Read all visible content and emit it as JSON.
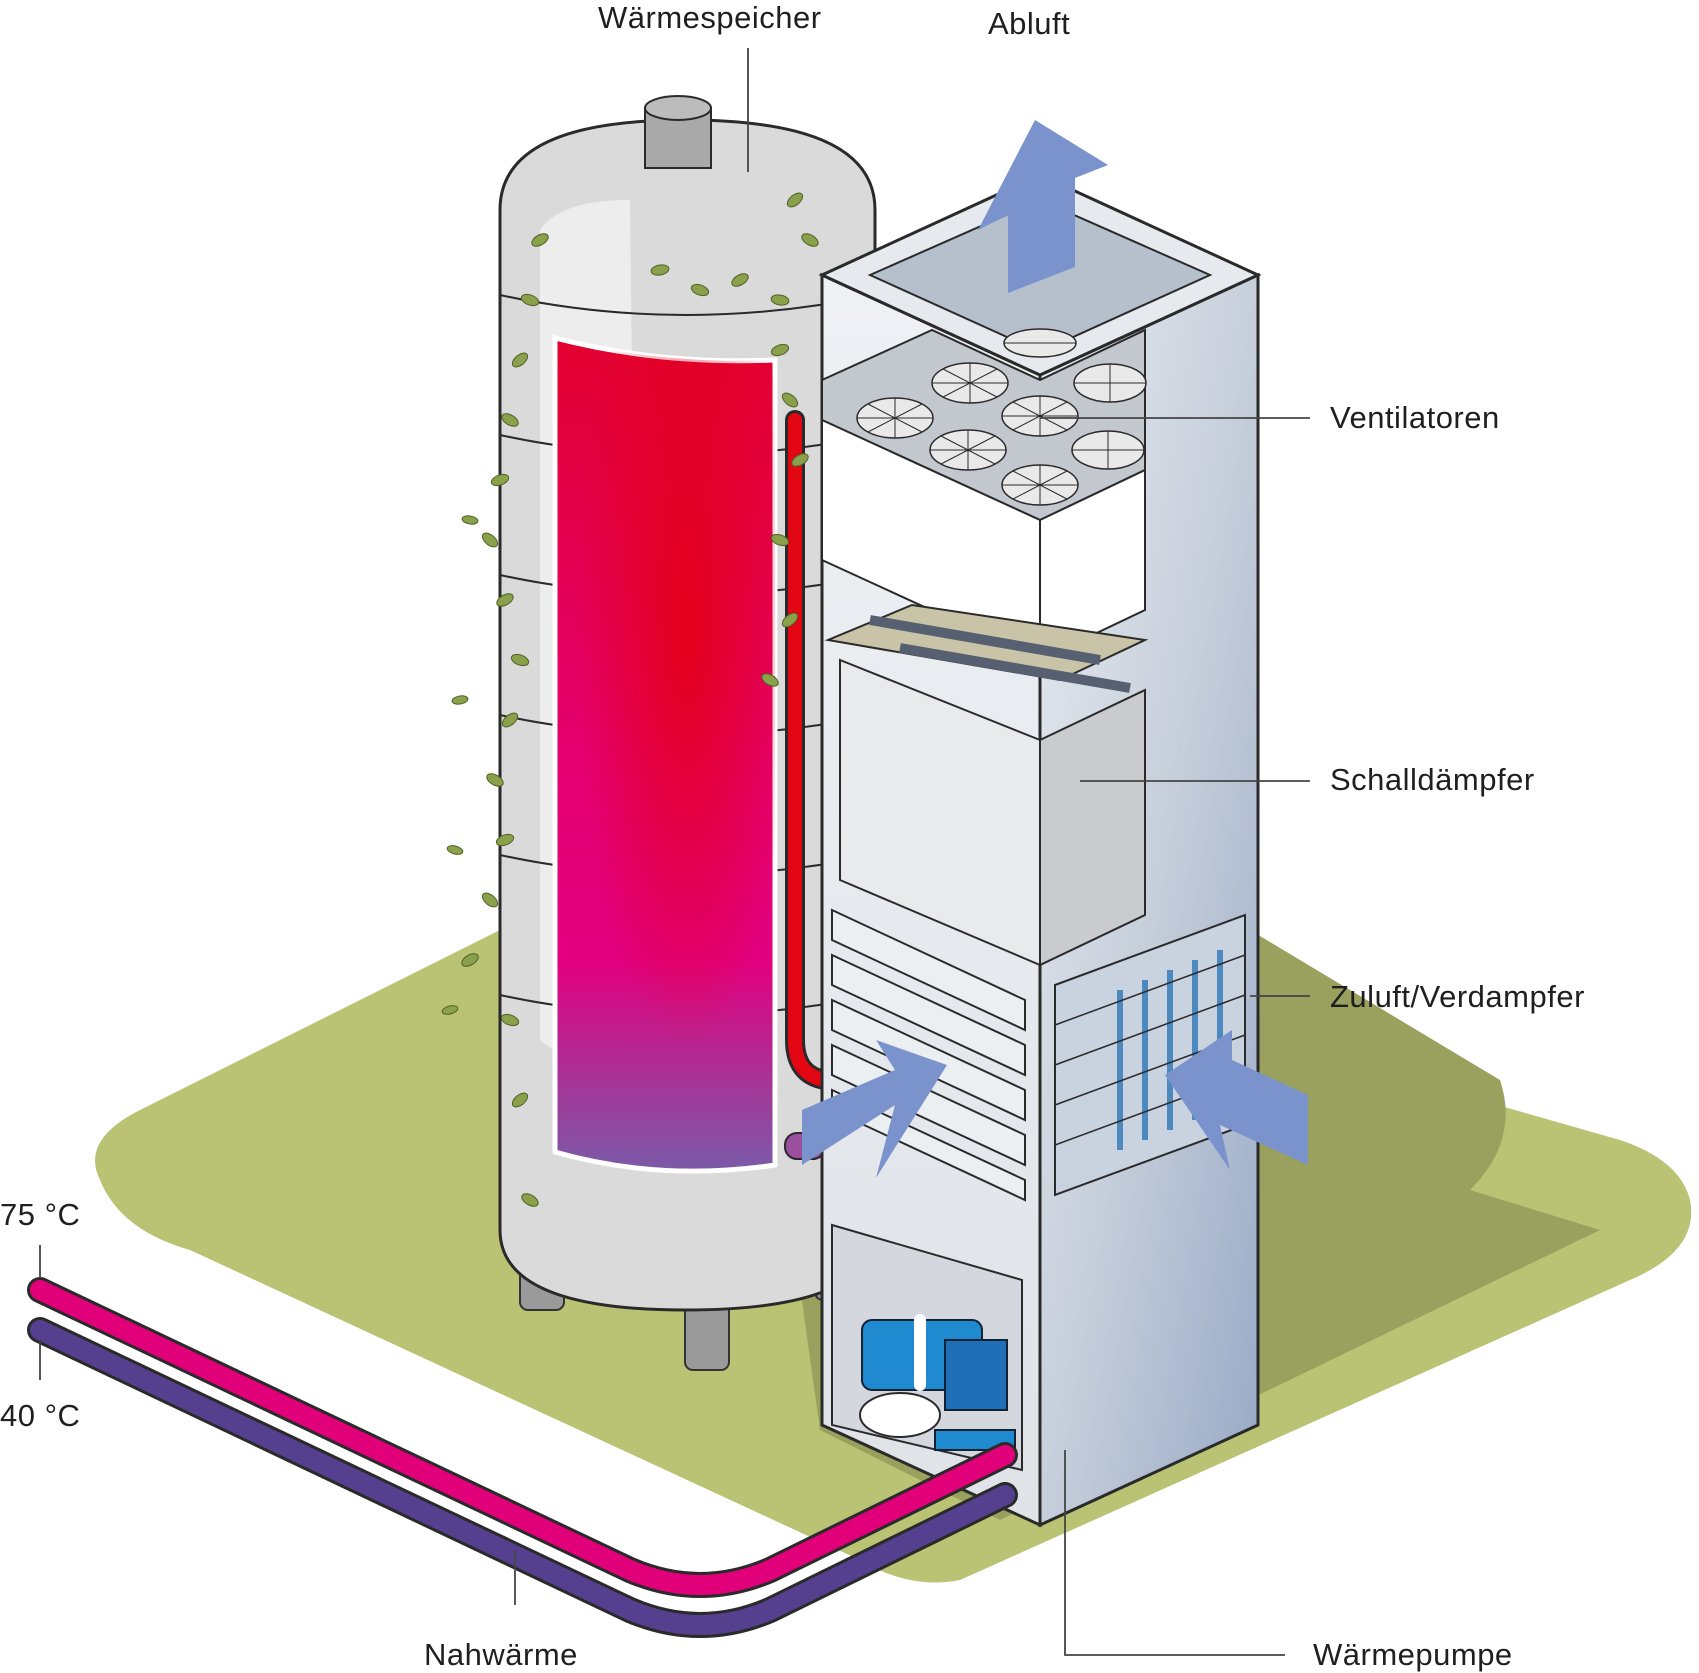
{
  "labels": {
    "waermespeicher": "Wärmespeicher",
    "abluft": "Abluft",
    "ventilatoren": "Ventilatoren",
    "schalldaempfer": "Schalldämpfer",
    "zuluft": "Zuluft/Verdampfer",
    "waermepumpe": "Wärmepumpe",
    "nahwaerme": "Nahwärme",
    "temp_supply": "75 °C",
    "temp_return": "40 °C"
  },
  "colors": {
    "ground": "#b9c373",
    "ground_shadow": "#9aa05e",
    "tank_body": "#d9d9d9",
    "tank_hot": "#e3003a",
    "tank_mid": "#e5007d",
    "tank_cool": "#7b5aa6",
    "pipe_hot": "#e2007a",
    "pipe_cold": "#54408f",
    "air_arrow": "#7a93cc",
    "housing": "#d6dce4",
    "heat_pump_blue": "#1f8ad0",
    "leaf": "#8aa04a",
    "leader_line": "#444444"
  },
  "icons": {
    "fan": "fan-icon",
    "air-arrow": "arrow-icon",
    "leaves": "ivy-decoration"
  }
}
